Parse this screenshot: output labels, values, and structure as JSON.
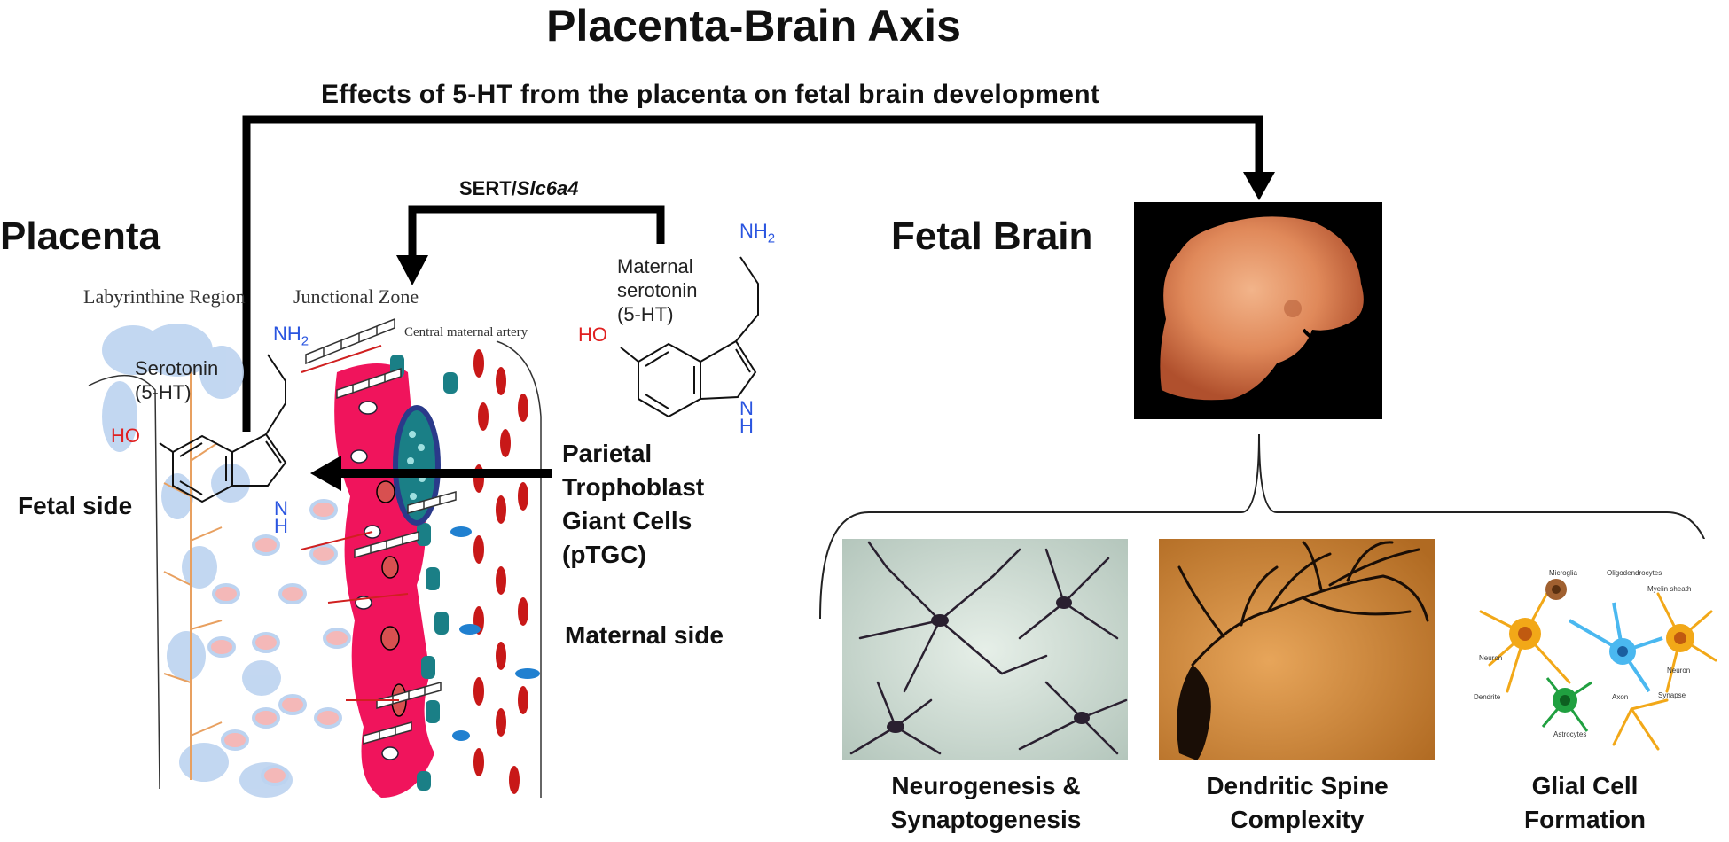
{
  "title": "Placenta-Brain Axis",
  "subtitle": "Effects of 5-HT from the placenta on fetal brain development",
  "sert_label": "SERT/",
  "sert_gene": "Slc6a4",
  "placenta_label": "Placenta",
  "fetal_brain_label": "Fetal Brain",
  "labyrinthine_region": "Labyrinthine Region",
  "junctional_zone": "Junctional Zone",
  "central_maternal_artery": "Central maternal artery",
  "serotonin_label": {
    "line1": "Serotonin",
    "line2": "(5-HT)"
  },
  "maternal_serotonin_label": {
    "line1": "Maternal",
    "line2": "serotonin",
    "line3": "(5-HT)"
  },
  "chem": {
    "amine": "NH",
    "amine_sub": "2",
    "hydroxyl": "HO",
    "n": "N",
    "h": "H"
  },
  "fetal_side": "Fetal side",
  "maternal_side": "Maternal side",
  "ptgc": {
    "line1": "Parietal",
    "line2": "Trophoblast",
    "line3": "Giant Cells",
    "line4": "(pTGC)"
  },
  "outcomes": [
    {
      "line1": "Neurogenesis &",
      "line2": "Synaptogenesis"
    },
    {
      "line1": "Dendritic Spine",
      "line2": "Complexity"
    },
    {
      "line1": "Glial Cell",
      "line2": "Formation"
    }
  ],
  "glia_labels": {
    "microglia": "Microglia",
    "oligodendrocytes": "Oligodendrocytes",
    "myelin": "Myelin sheath",
    "neuron_left": "Neuron",
    "neuron_right": "Neuron",
    "dendrite": "Dendrite",
    "axon": "Axon",
    "synapse": "Synapse",
    "astrocytes": "Astrocytes"
  },
  "colors": {
    "hydroxyl": "#e02020",
    "amine": "#2a55e0",
    "junctional_zone": "#f0145c",
    "trophoblast": "#1a7f86",
    "labyrinth": "#bcd3f0",
    "embryo": "#e0895a"
  }
}
